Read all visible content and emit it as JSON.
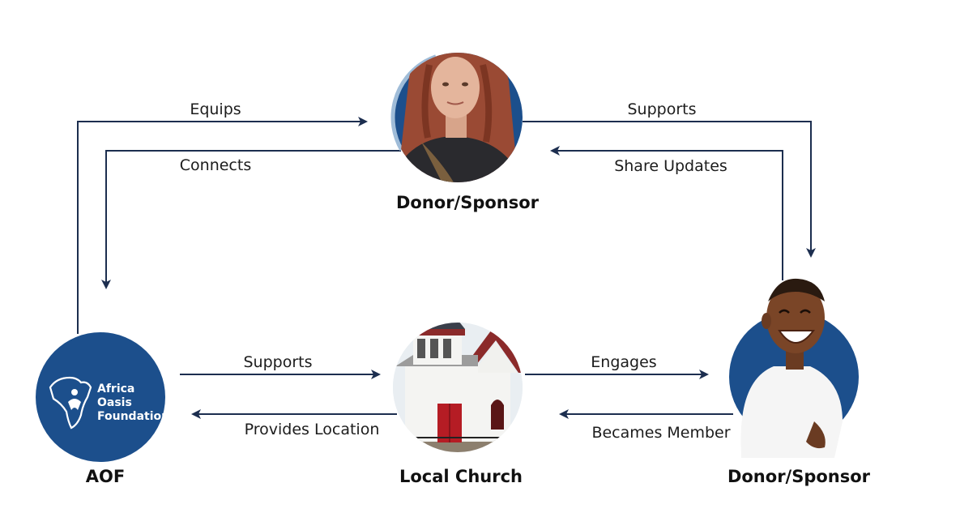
{
  "colors": {
    "arrow": "#1c2e4f",
    "circle_navy": "#1c4f8c",
    "circle_light": "#9fbcd8"
  },
  "nodes": {
    "aof": {
      "label": "AOF",
      "logo_lines": [
        "Africa",
        "Oasis",
        "Foundation"
      ],
      "icon": "africa-map-logo-icon"
    },
    "top_donor": {
      "label": "Donor/Sponsor",
      "image": "woman-portrait"
    },
    "church": {
      "label": "Local Church",
      "image": "white-church-building"
    },
    "right_donor": {
      "label": "Donor/Sponsor",
      "image": "smiling-child"
    }
  },
  "edges": {
    "equips": "Equips",
    "connects": "Connects",
    "supports_top": "Supports",
    "share_updates": "Share Updates",
    "supports_bottom": "Supports",
    "provides_location": "Provides Location",
    "engages": "Engages",
    "becames_member": "Becames Member"
  }
}
